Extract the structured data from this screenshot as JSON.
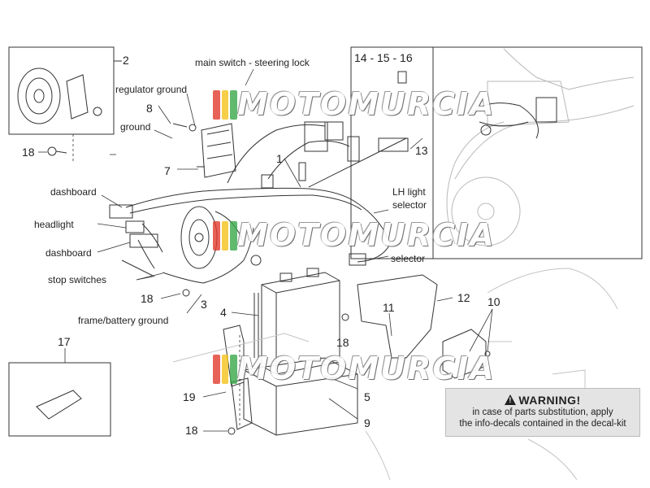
{
  "callouts": {
    "n1": "1",
    "n2": "2",
    "n3": "3",
    "n4": "4",
    "n5": "5",
    "n7": "7",
    "n8": "8",
    "n9": "9",
    "n10": "10",
    "n11": "11",
    "n12": "12",
    "n13": "13",
    "n14_16": "14 - 15 - 16",
    "n17": "17",
    "n18a": "18",
    "n18b": "18",
    "n18c": "18",
    "n18d": "18",
    "n19": "19"
  },
  "labels": {
    "main_switch": "main switch - steering lock",
    "regulator_ground": "regulator ground",
    "ground": "ground",
    "dashboard_1": "dashboard",
    "headlight": "headlight",
    "dashboard_2": "dashboard",
    "stop_switches": "stop switches",
    "frame_battery_ground": "frame/battery ground",
    "lh_light": "LH light",
    "selector_1": "selector",
    "selector_2": "selector"
  },
  "watermark": {
    "text": "MOTOMURCIA",
    "colors": [
      "#e23b2e",
      "#f4c21a",
      "#3aa84a"
    ]
  },
  "warning": {
    "title": "WARNING!",
    "line1": "in case of parts substitution, apply",
    "line2": "the info-decals contained in the decal-kit",
    "icon": "warning-triangle-icon"
  },
  "colors": {
    "stroke": "#333333",
    "faint": "#b8b8b8",
    "panel_bg": "#e4e4e4"
  }
}
